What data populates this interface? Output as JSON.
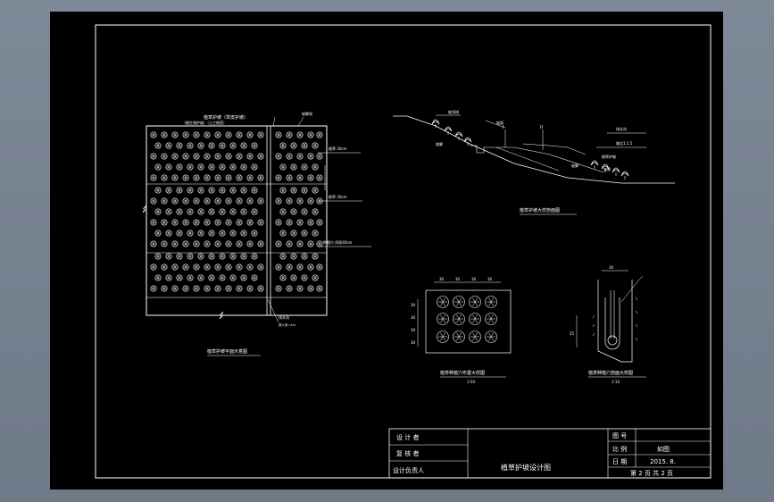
{
  "drawing": {
    "left_view_caption": "植草护坡平面示意图",
    "left_view_header": "植草护坡（草皮护坡）",
    "left_view_header_sub": "（植生袋护坡）（土工格室）",
    "left_view_header_right": "坡脚线",
    "left_view_callouts": [
      "植草 30cm",
      "植草 30cm",
      "种植穴 间距40cm",
      "排水沟"
    ],
    "left_view_bottom_callout": "排水沟",
    "left_view_bottom_callout_sub": "宽×深=1m",
    "section_caption": "植草护坡大样剖面图",
    "section_callouts": [
      "坡顶线",
      "坡面",
      "排水沟",
      "坡比1:1.5",
      "植草护坡",
      "坡脚"
    ],
    "section_labels_small": [
      "坡脚",
      "坡脚"
    ],
    "section_marks": [
      "I",
      "II"
    ],
    "grid_caption": "植草种植穴布置大样图",
    "grid_scale": "1:50",
    "grid_dims_top": [
      "30",
      "30",
      "30",
      "30"
    ],
    "grid_dims_left": [
      "30",
      "30",
      "30",
      "30"
    ],
    "pit_caption": "植草种植穴剖面大样图",
    "pit_scale": "1:10",
    "pit_dim_top": "30",
    "pit_dim_left": "25"
  },
  "title_block": {
    "designer_label": "设 计 者",
    "checker_label": "复 核 者",
    "chief_label": "设计负责人",
    "drawing_title": "植草护坡设计图",
    "drawing_no_label": "图 号",
    "scale_label": "比 例",
    "scale_value": "如图",
    "date_label": "日 期",
    "date_value": "2015. 8.",
    "sheet_info": "第 2 页 共 2 页"
  }
}
